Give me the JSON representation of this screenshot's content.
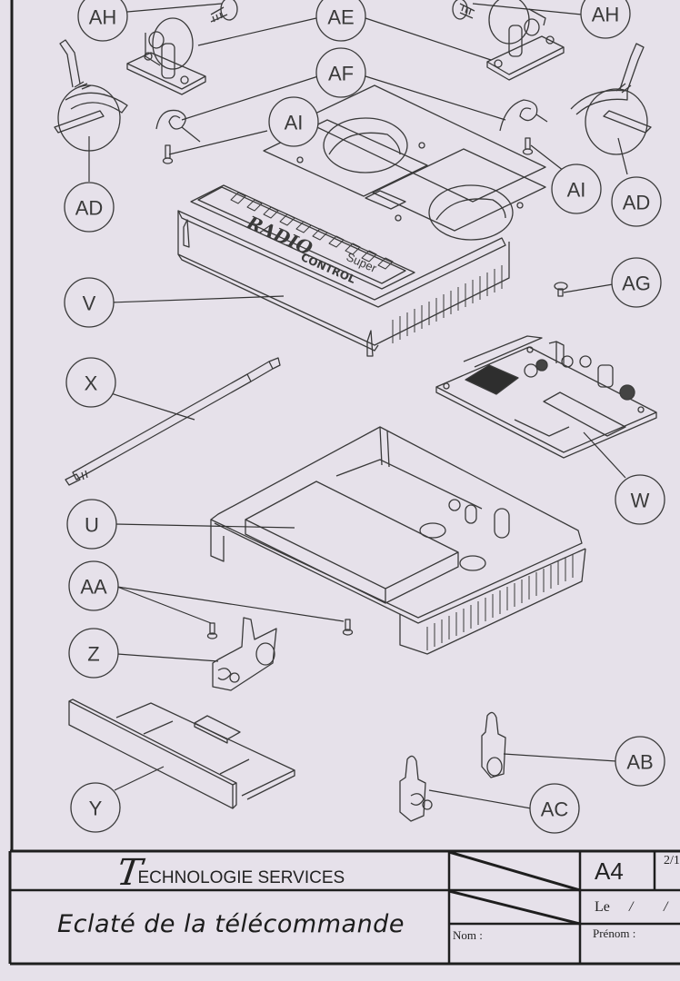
{
  "diagram": {
    "subject": "Exploded view of radio remote control",
    "cover_lettering": {
      "brand_line1": "RADIO",
      "brand_line2": "Super",
      "brand_line3": "CONTROL"
    },
    "callouts": [
      {
        "id": "AH",
        "label": "AH",
        "part": "screw (left)"
      },
      {
        "id": "AH2",
        "label": "AH",
        "part": "screw (right)"
      },
      {
        "id": "AE",
        "label": "AE",
        "part": "potentiometer / stick mechanism"
      },
      {
        "id": "AF",
        "label": "AF",
        "part": "torsion spring"
      },
      {
        "id": "AI",
        "label": "AI",
        "part": "small screw (left)"
      },
      {
        "id": "AI2",
        "label": "AI",
        "part": "small screw (right)"
      },
      {
        "id": "AD",
        "label": "AD",
        "part": "control stick (left)"
      },
      {
        "id": "AD2",
        "label": "AD",
        "part": "control stick (right)"
      },
      {
        "id": "V",
        "label": "V",
        "part": "top cover"
      },
      {
        "id": "AG",
        "label": "AG",
        "part": "PCB screw"
      },
      {
        "id": "X",
        "label": "X",
        "part": "telescopic antenna"
      },
      {
        "id": "W",
        "label": "W",
        "part": "circuit board"
      },
      {
        "id": "U",
        "label": "U",
        "part": "bottom case"
      },
      {
        "id": "AA",
        "label": "AA",
        "part": "case screws"
      },
      {
        "id": "Z",
        "label": "Z",
        "part": "spring battery contact"
      },
      {
        "id": "Y",
        "label": "Y",
        "part": "battery door"
      },
      {
        "id": "AB",
        "label": "AB",
        "part": "battery contact"
      },
      {
        "id": "AC",
        "label": "AC",
        "part": "battery contact with spring"
      }
    ]
  },
  "title_block": {
    "company_initial": "T",
    "company_rest": "ECHNOLOGIE SERVICES",
    "document_title": "Eclaté de la télécommande",
    "format": "A4",
    "page": "2/1",
    "date_label": "Le",
    "date_sep1": "/",
    "date_sep2": "/",
    "nom_label": "Nom :",
    "prenom_label": "Prénom :"
  },
  "colors": {
    "paper": "#e6e1ea",
    "ink": "#333333",
    "frame": "#1e1e1e"
  }
}
